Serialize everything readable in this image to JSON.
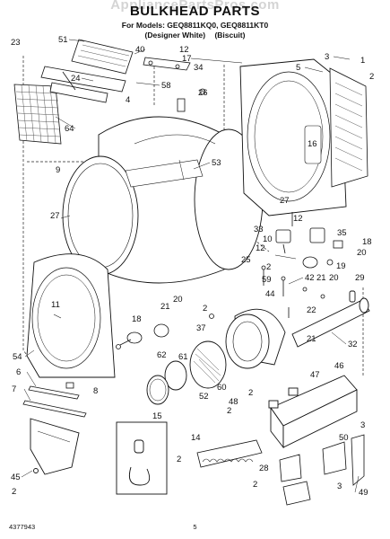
{
  "watermark": "AppliancePartsPros.com",
  "title": "BULKHEAD PARTS",
  "subtitle": "For Models: GEQ8811KQ0, GEQ8811KT0",
  "variant_1": "(Designer White)",
  "variant_2": "(Biscuit)",
  "footer_left": "4377943",
  "footer_page": "5",
  "callouts": [
    {
      "id": "c23",
      "label": "23"
    },
    {
      "id": "c51",
      "label": "51"
    },
    {
      "id": "c40",
      "label": "40"
    },
    {
      "id": "c12a",
      "label": "12"
    },
    {
      "id": "c17",
      "label": "17"
    },
    {
      "id": "c3a",
      "label": "3"
    },
    {
      "id": "c1",
      "label": "1"
    },
    {
      "id": "c34",
      "label": "34"
    },
    {
      "id": "c5",
      "label": "5"
    },
    {
      "id": "c2a",
      "label": "2"
    },
    {
      "id": "c24",
      "label": "24"
    },
    {
      "id": "c58",
      "label": "58"
    },
    {
      "id": "c4",
      "label": "4"
    },
    {
      "id": "c26",
      "label": "26"
    },
    {
      "id": "c64",
      "label": "64"
    },
    {
      "id": "c16",
      "label": "16"
    },
    {
      "id": "c53",
      "label": "53"
    },
    {
      "id": "c9",
      "label": "9"
    },
    {
      "id": "c27a",
      "label": "27"
    },
    {
      "id": "c27b",
      "label": "27"
    },
    {
      "id": "c33",
      "label": "33"
    },
    {
      "id": "c12b",
      "label": "12"
    },
    {
      "id": "c35",
      "label": "35"
    },
    {
      "id": "c10",
      "label": "10"
    },
    {
      "id": "c18a",
      "label": "18"
    },
    {
      "id": "c12c",
      "label": "12"
    },
    {
      "id": "c20a",
      "label": "20"
    },
    {
      "id": "c25",
      "label": "25"
    },
    {
      "id": "c19",
      "label": "19"
    },
    {
      "id": "c2b",
      "label": "2"
    },
    {
      "id": "c59",
      "label": "59"
    },
    {
      "id": "c42",
      "label": "42"
    },
    {
      "id": "c20b",
      "label": "20"
    },
    {
      "id": "c21a",
      "label": "21"
    },
    {
      "id": "c29",
      "label": "29"
    },
    {
      "id": "c11",
      "label": "11"
    },
    {
      "id": "c44",
      "label": "44"
    },
    {
      "id": "c22",
      "label": "22"
    },
    {
      "id": "c21b",
      "label": "21"
    },
    {
      "id": "c20c",
      "label": "20"
    },
    {
      "id": "c18b",
      "label": "18"
    },
    {
      "id": "c2c",
      "label": "2"
    },
    {
      "id": "c37",
      "label": "37"
    },
    {
      "id": "c21c",
      "label": "21"
    },
    {
      "id": "c32",
      "label": "32"
    },
    {
      "id": "c54",
      "label": "54"
    },
    {
      "id": "c62",
      "label": "62"
    },
    {
      "id": "c61",
      "label": "61"
    },
    {
      "id": "c60",
      "label": "60"
    },
    {
      "id": "c6",
      "label": "6"
    },
    {
      "id": "c47",
      "label": "47"
    },
    {
      "id": "c46",
      "label": "46"
    },
    {
      "id": "c7",
      "label": "7"
    },
    {
      "id": "c8",
      "label": "8"
    },
    {
      "id": "c52",
      "label": "52"
    },
    {
      "id": "c2d",
      "label": "2"
    },
    {
      "id": "c48",
      "label": "48"
    },
    {
      "id": "c15",
      "label": "15"
    },
    {
      "id": "c2e",
      "label": "2"
    },
    {
      "id": "c2f",
      "label": "2"
    },
    {
      "id": "c14",
      "label": "14"
    },
    {
      "id": "c50",
      "label": "50"
    },
    {
      "id": "c3b",
      "label": "3"
    },
    {
      "id": "c45",
      "label": "45"
    },
    {
      "id": "c2g",
      "label": "2"
    },
    {
      "id": "c28",
      "label": "28"
    },
    {
      "id": "c3c",
      "label": "3"
    },
    {
      "id": "c2h",
      "label": "2"
    },
    {
      "id": "c49",
      "label": "49"
    }
  ]
}
